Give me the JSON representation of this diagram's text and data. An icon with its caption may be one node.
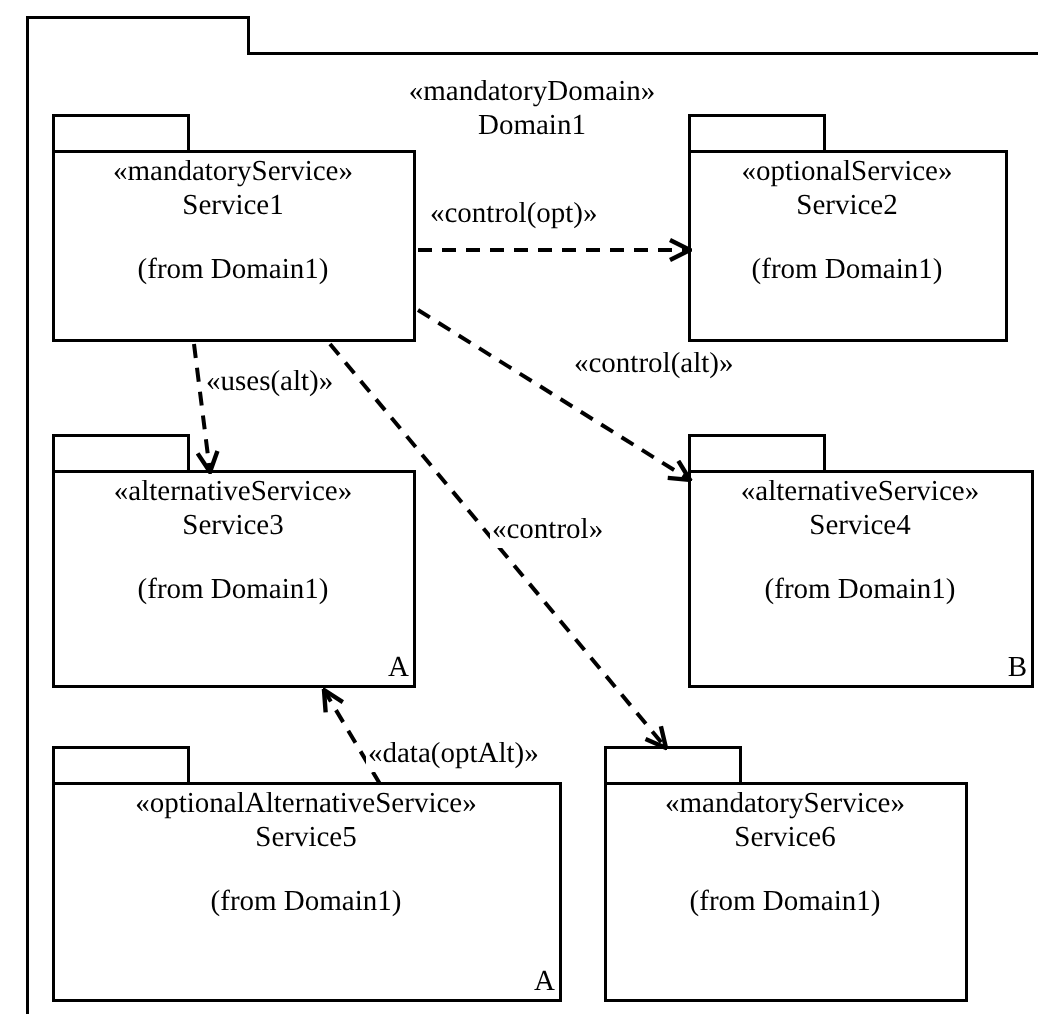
{
  "diagram": {
    "nodes": [
      {
        "text": [
          "«mandatoryDomain» Domain1"
        ]
      },
      {
        "text": [
          "«mandatoryService» Service1",
          "(from Domain1)"
        ],
        "in": 0
      },
      {
        "text": [
          "«optionalService» Service2",
          "(from Domain1)"
        ],
        "in": 0
      },
      {
        "text": [
          "«alternativeService» Service3",
          "(from Domain1)",
          "A"
        ],
        "in": 0
      },
      {
        "text": [
          "«alternativeService» Service4",
          "(from Domain1)",
          "B"
        ],
        "in": 0
      },
      {
        "text": [
          "«optionalAlternativeService» Service5",
          "(from Domain1)",
          "A"
        ],
        "in": 0
      },
      {
        "text": [
          "«mandatoryService» Service6",
          "(from Domain1)"
        ],
        "in": 0
      }
    ],
    "edges": [
      {
        "from": 1,
        "to": 2,
        "arrow": "to",
        "label": "«control(opt)»",
        "style": "dashed"
      },
      {
        "from": 1,
        "to": 4,
        "arrow": "to",
        "label": "«control(alt)»",
        "style": "dashed"
      },
      {
        "from": 1,
        "to": 3,
        "arrow": "to",
        "label": "«uses(alt)»",
        "style": "dashed"
      },
      {
        "from": 1,
        "to": 6,
        "arrow": "to",
        "label": "«control»",
        "style": "dashed"
      },
      {
        "from": 5,
        "to": 3,
        "arrow": "to",
        "label": "«data(optAlt)»",
        "style": "dashed"
      }
    ]
  }
}
